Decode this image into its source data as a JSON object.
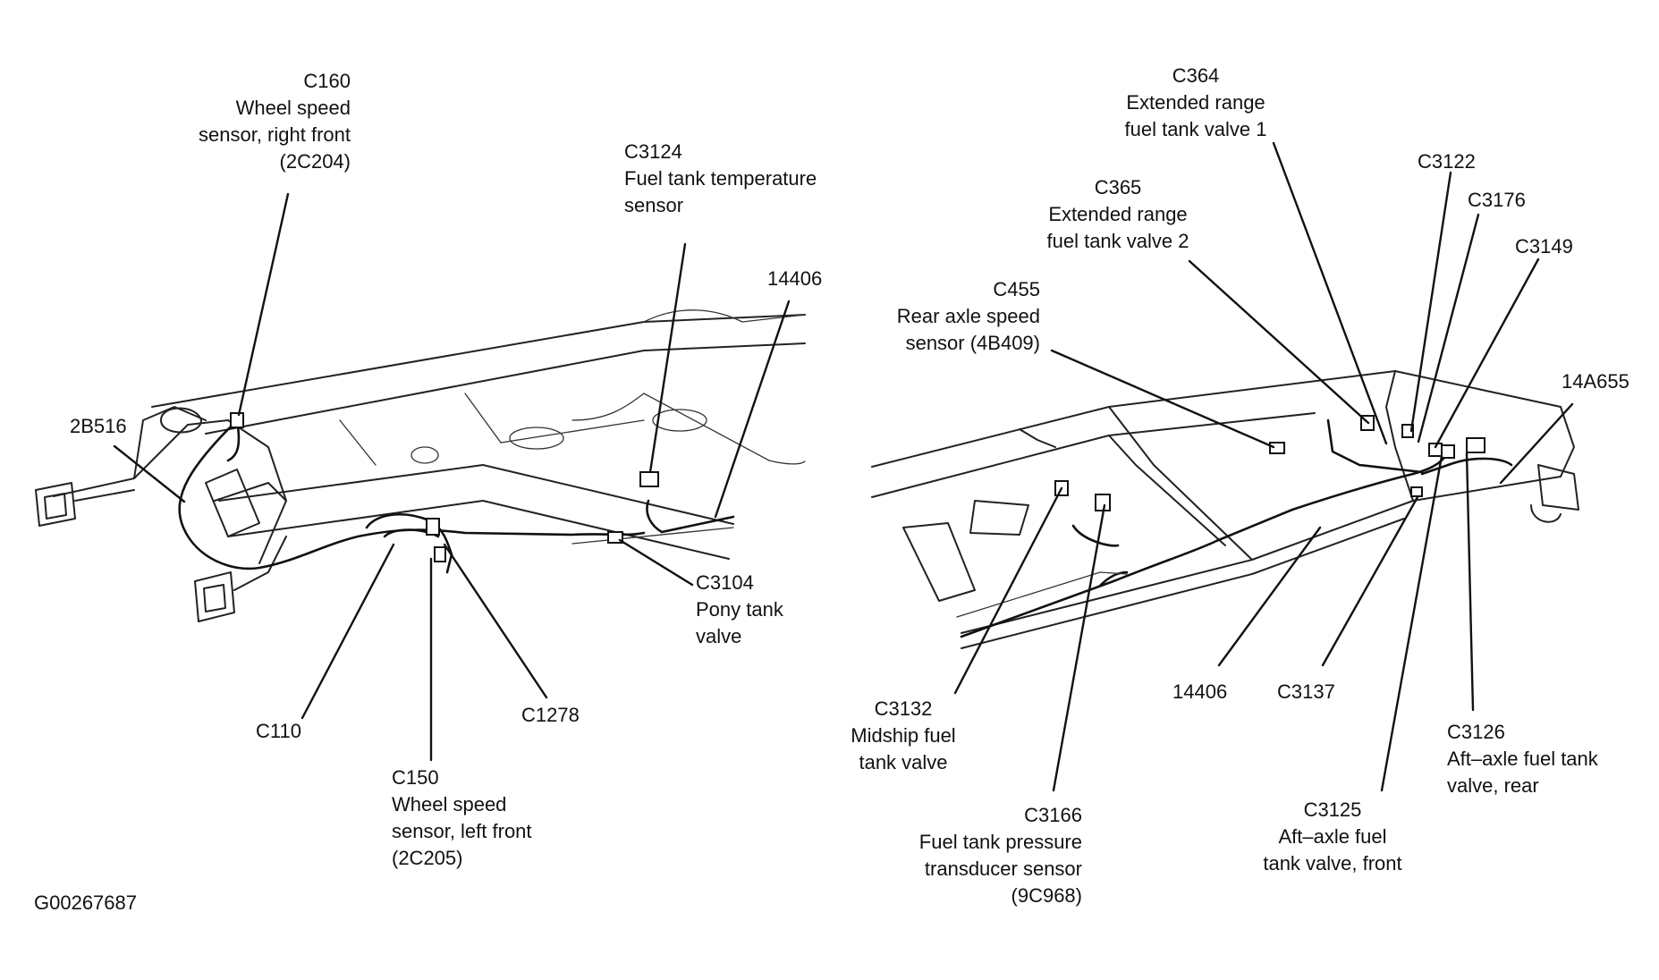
{
  "figure_id": "G00267687",
  "left_view": {
    "callouts": [
      {
        "id": "c160",
        "lines": [
          "C160",
          "Wheel speed",
          "sensor, right front",
          "(2C204)"
        ]
      },
      {
        "id": "c3124",
        "lines": [
          "C3124",
          "Fuel tank temperature",
          "sensor"
        ]
      },
      {
        "id": "p14406",
        "lines": [
          "14406"
        ]
      },
      {
        "id": "p2b516",
        "lines": [
          "2B516"
        ]
      },
      {
        "id": "c3104",
        "lines": [
          "C3104",
          "Pony tank",
          "valve"
        ]
      },
      {
        "id": "c110",
        "lines": [
          "C110"
        ]
      },
      {
        "id": "c1278",
        "lines": [
          "C1278"
        ]
      },
      {
        "id": "c150",
        "lines": [
          "C150",
          "Wheel speed",
          "sensor, left front",
          "(2C205)"
        ]
      }
    ]
  },
  "right_view": {
    "callouts": [
      {
        "id": "c364",
        "lines": [
          "C364",
          "Extended range",
          "fuel tank valve 1"
        ]
      },
      {
        "id": "c365",
        "lines": [
          "C365",
          "Extended range",
          "fuel tank valve 2"
        ]
      },
      {
        "id": "c3122",
        "lines": [
          "C3122"
        ]
      },
      {
        "id": "c3176",
        "lines": [
          "C3176"
        ]
      },
      {
        "id": "c3149",
        "lines": [
          "C3149"
        ]
      },
      {
        "id": "c455",
        "lines": [
          "C455",
          "Rear axle speed",
          "sensor (4B409)"
        ]
      },
      {
        "id": "p14a655",
        "lines": [
          "14A655"
        ]
      },
      {
        "id": "c3132",
        "lines": [
          "C3132",
          "Midship fuel",
          "tank valve"
        ]
      },
      {
        "id": "p14406b",
        "lines": [
          "14406"
        ]
      },
      {
        "id": "c3137",
        "lines": [
          "C3137"
        ]
      },
      {
        "id": "c3126",
        "lines": [
          "C3126",
          "Aft–axle fuel tank",
          "valve, rear"
        ]
      },
      {
        "id": "c3166",
        "lines": [
          "C3166",
          "Fuel tank pressure",
          "transducer sensor",
          "(9C968)"
        ]
      },
      {
        "id": "c3125",
        "lines": [
          "C3125",
          "Aft–axle fuel",
          "tank valve, front"
        ]
      }
    ]
  }
}
